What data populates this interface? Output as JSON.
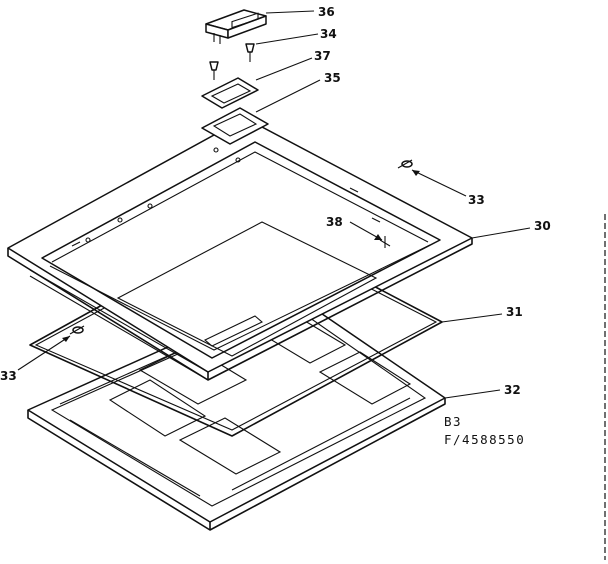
{
  "callouts": {
    "c36": "36",
    "c34": "34",
    "c37": "37",
    "c35": "35",
    "c33_right": "33",
    "c30": "30",
    "c38": "38",
    "c31": "31",
    "c33_left": "33",
    "c32": "32"
  },
  "code": {
    "line1": "B3",
    "line2": "F/4588550"
  }
}
